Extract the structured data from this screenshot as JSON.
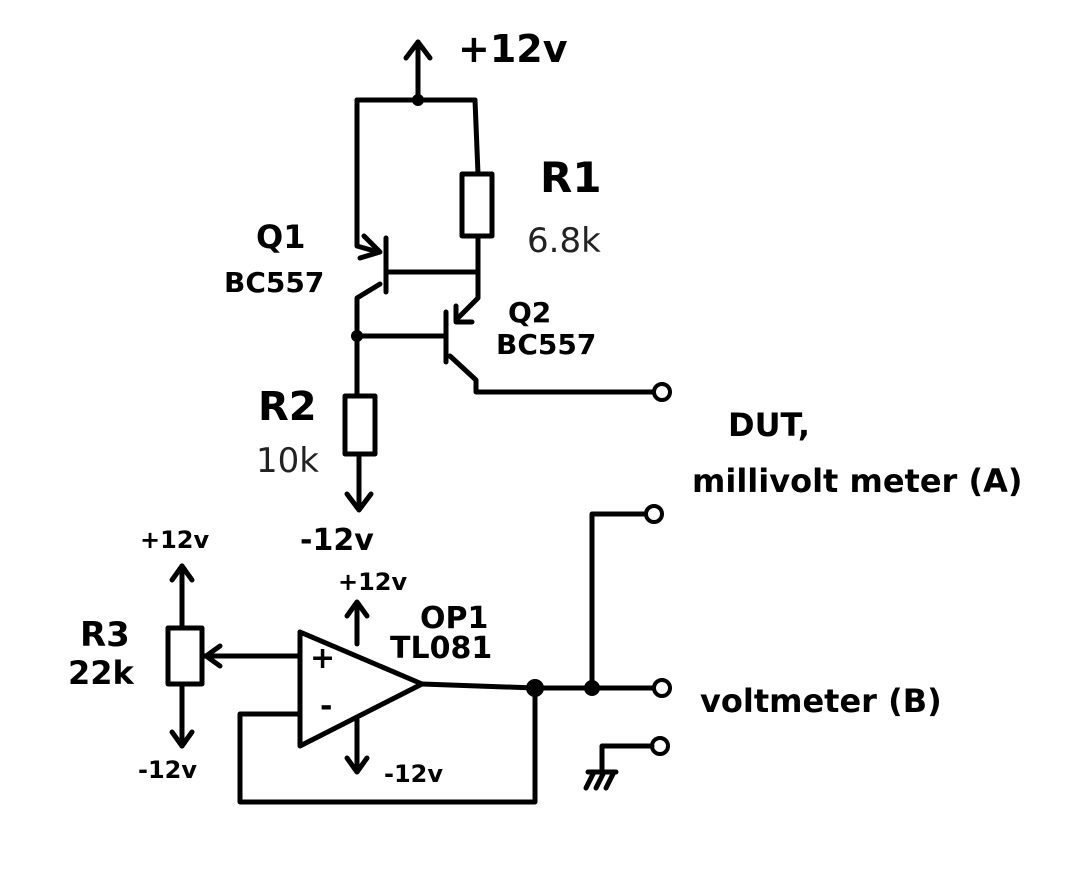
{
  "labels": {
    "supply_top": "+12v",
    "r1_name": "R1",
    "r1_value": "6.8k",
    "q1_name": "Q1",
    "q1_part": "BC557",
    "q2_name": "Q2",
    "q2_part": "BC557",
    "r2_name": "R2",
    "r2_value": "10k",
    "supply_neg_r2": "-12v",
    "dut_line1": "DUT,",
    "dut_line2": "millivolt meter (A)",
    "r3_plus": "+12v",
    "r3_name": "R3",
    "r3_value": "22k",
    "r3_minus": "-12v",
    "op_plus_supply": "+12v",
    "op_name": "OP1",
    "op_part": "TL081",
    "op_in_plus": "+",
    "op_in_minus": "-",
    "op_minus_supply": "-12v",
    "voltmeter": "voltmeter (B)"
  }
}
